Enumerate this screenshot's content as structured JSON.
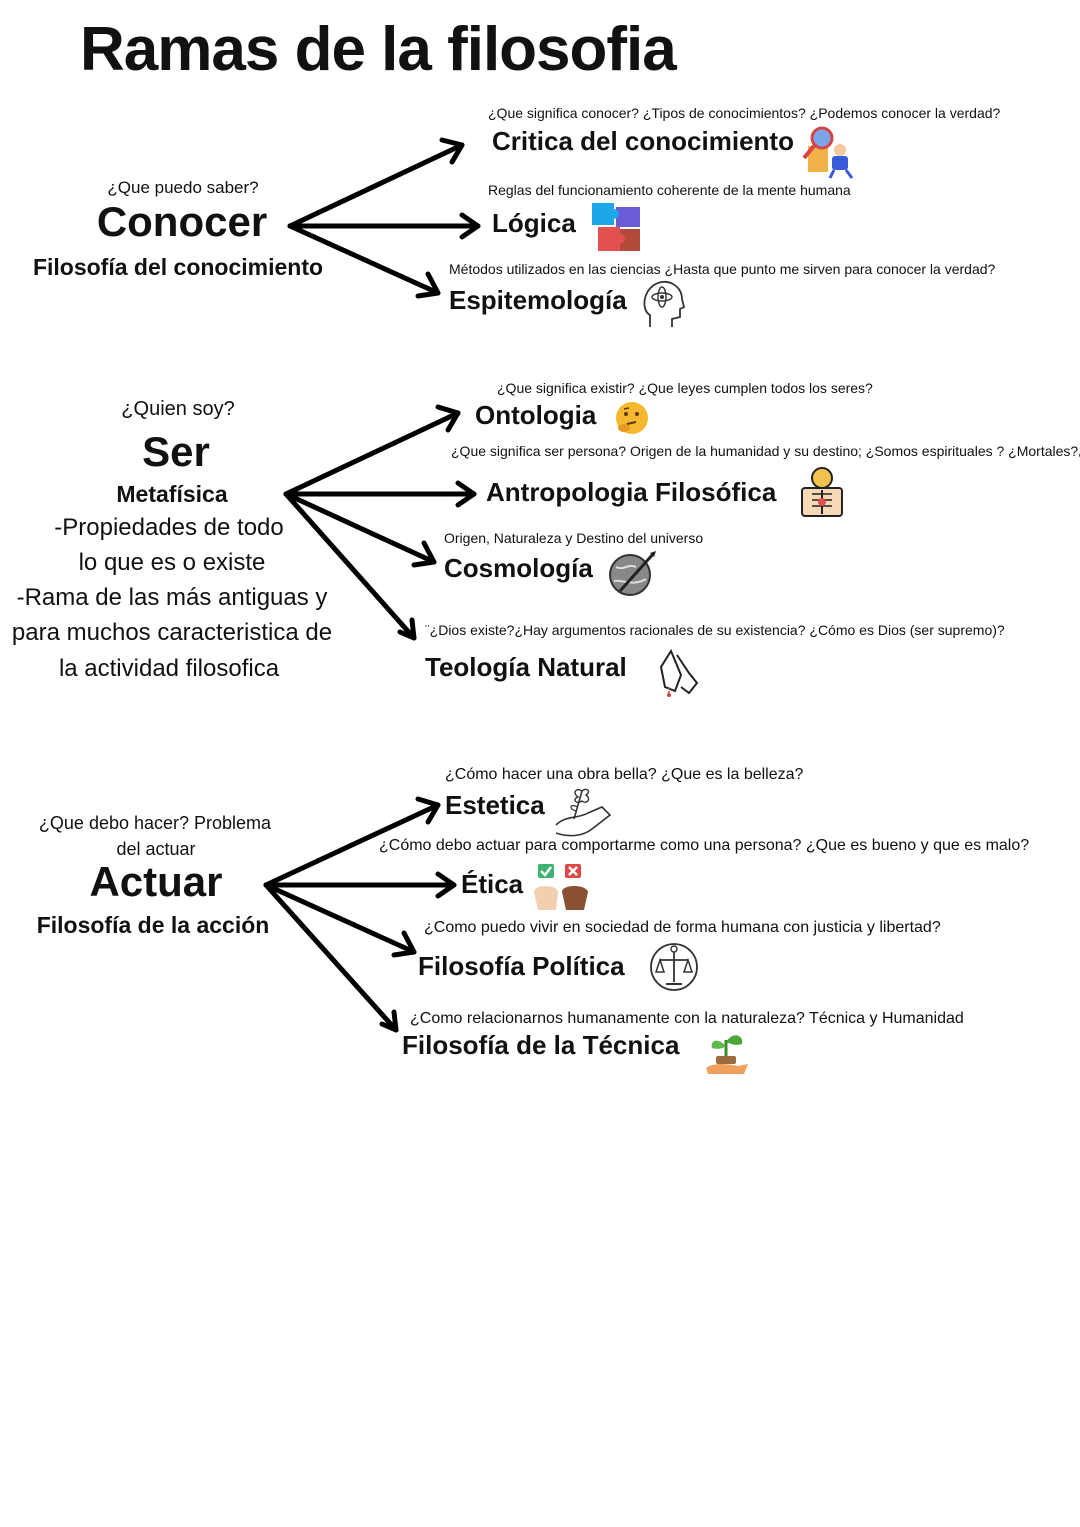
{
  "title": "Ramas de la filosofia",
  "sections": [
    {
      "question": "¿Que puedo saber?",
      "name": "Conocer",
      "subtitle": "Filosofía del conocimiento",
      "branches": [
        {
          "name": "Critica del conocimiento",
          "desc": "¿Que significa conocer? ¿Tipos de conocimientos? ¿Podemos conocer la verdad?",
          "icon": "magnifier-person-icon"
        },
        {
          "name": "Lógica",
          "desc": "Reglas del funcionamiento coherente de la mente humana",
          "icon": "puzzle-icon"
        },
        {
          "name": "Espitemología",
          "desc": "Métodos utilizados en las ciencias ¿Hasta que punto me sirven para conocer la verdad?",
          "icon": "head-atom-icon"
        }
      ]
    },
    {
      "question": "¿Quien soy?",
      "name": "Ser",
      "subtitle": "Metafísica",
      "body": [
        "-Propiedades de todo",
        "lo que es o existe",
        "-Rama de las más antiguas y",
        "para muchos caracteristica de",
        "la actividad filosofica"
      ],
      "branches": [
        {
          "name": "Ontologia",
          "desc": "¿Que significa existir? ¿Que leyes cumplen todos los seres?",
          "icon": "thinking-face-icon"
        },
        {
          "name": "Antropologia Filosófica",
          "desc": "¿Que significa ser persona? Origen de la humanidad y su destino; ¿Somos espirituales ? ¿Mortales?¿Libres?",
          "icon": "anatomy-icon"
        },
        {
          "name": "Cosmología",
          "desc": "Origen, Naturaleza y Destino del universo",
          "icon": "globe-pen-icon"
        },
        {
          "name": "Teología Natural",
          "desc": "¨¿Dios existe?¿Hay argumentos racionales de su existencia? ¿Cómo es Dios (ser supremo)?",
          "icon": "praying-hands-icon"
        }
      ]
    },
    {
      "question": "¿Que debo hacer? Problema",
      "question2": "del actuar",
      "name": "Actuar",
      "subtitle": "Filosofía de la acción",
      "branches": [
        {
          "name": "Estetica",
          "desc": "¿Cómo hacer una obra bella? ¿Que es la belleza?",
          "icon": "flower-hand-icon"
        },
        {
          "name": "Ética",
          "desc": "¿Cómo debo actuar para comportarme como una persona? ¿Que es bueno y que es malo?",
          "icon": "ethics-hands-icon"
        },
        {
          "name": "Filosofía Política",
          "desc": "¿Como puedo vivir en sociedad de forma humana con justicia y libertad?",
          "icon": "scales-people-icon"
        },
        {
          "name": "Filosofía de la Técnica",
          "desc": "¿Como relacionarnos humanamente con la naturaleza? Técnica y Humanidad",
          "icon": "plant-hand-icon"
        }
      ]
    }
  ]
}
